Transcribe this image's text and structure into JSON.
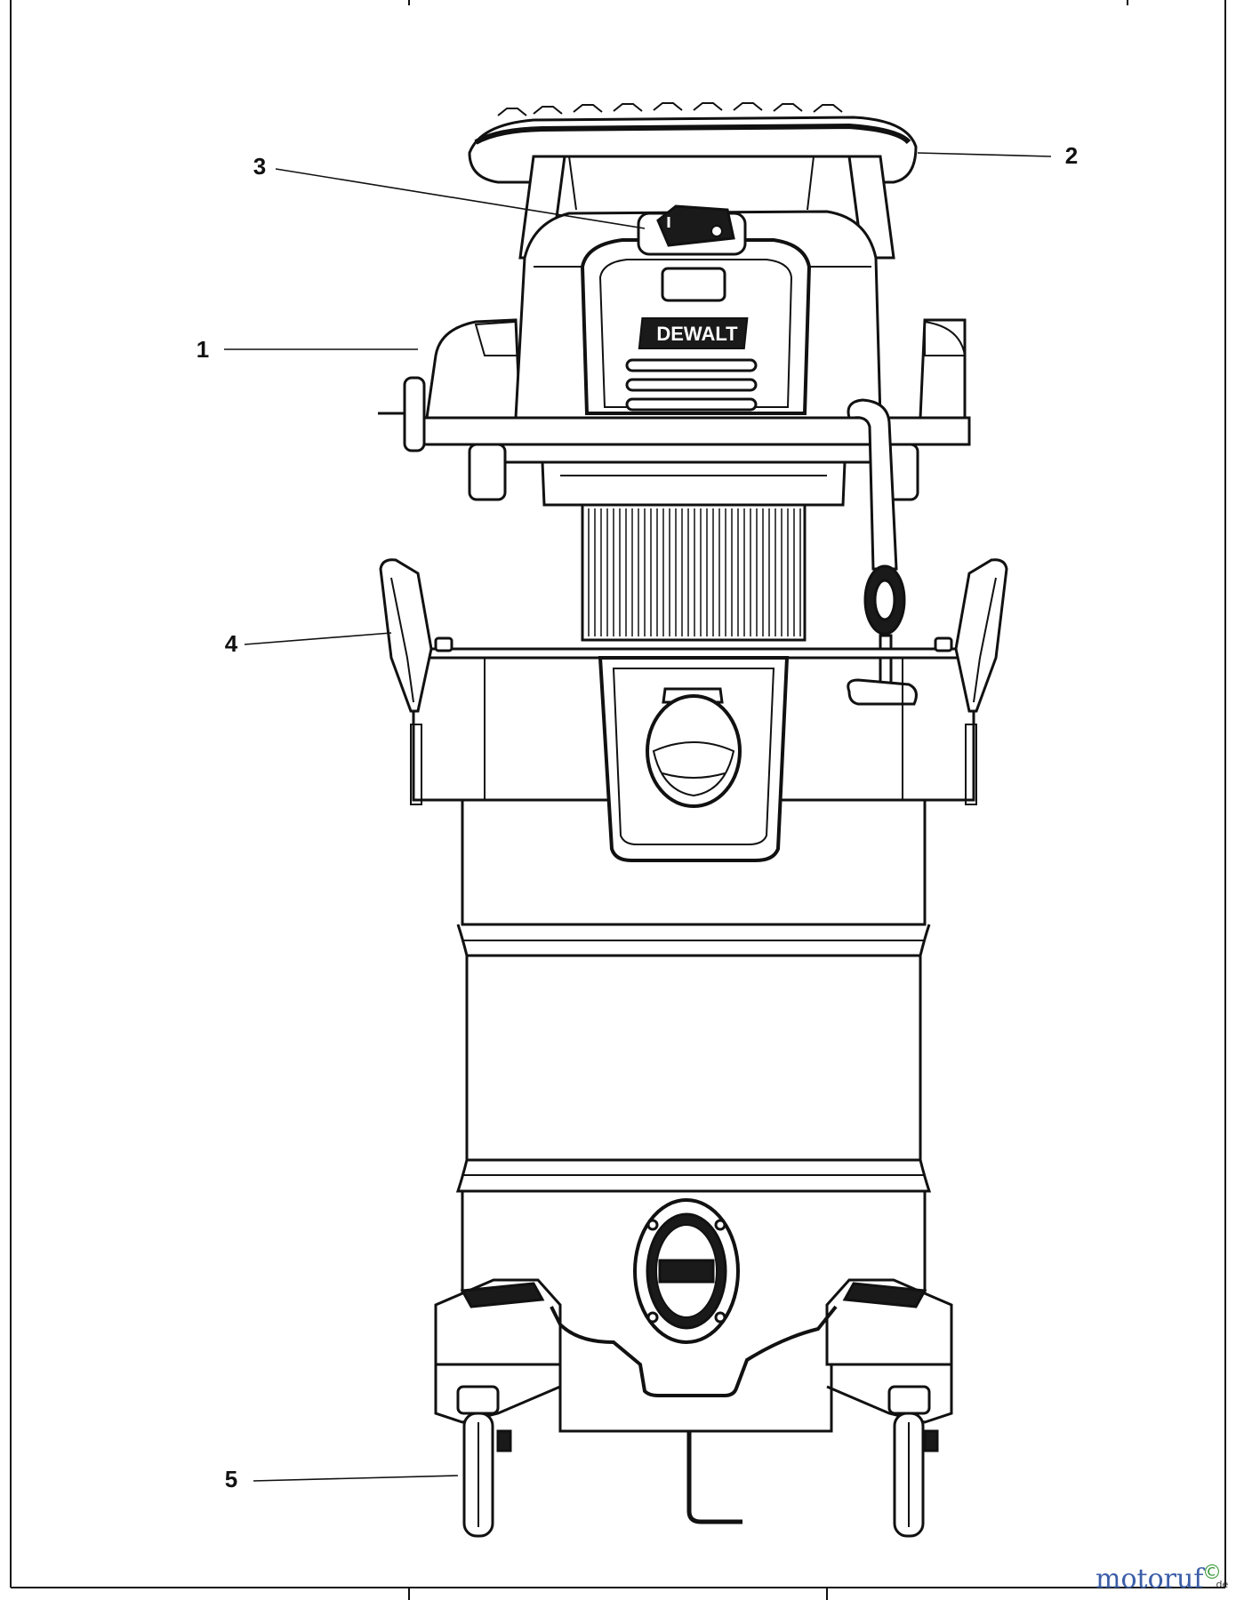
{
  "diagram": {
    "brand_label": "DEWALT",
    "callouts": [
      {
        "id": "1",
        "label": "1"
      },
      {
        "id": "2",
        "label": "2"
      },
      {
        "id": "3",
        "label": "3"
      },
      {
        "id": "4",
        "label": "4"
      },
      {
        "id": "5",
        "label": "5"
      }
    ]
  },
  "watermark": {
    "name": "motoruf",
    "suffix": ".de",
    "symbol": "©"
  },
  "colors": {
    "line": "#111111",
    "fill_dark": "#1a1a1a",
    "paper": "#ffffff",
    "wm_blue": "#3b5ea8",
    "wm_orange": "#e07a1f",
    "wm_green": "#3d9a3d"
  }
}
